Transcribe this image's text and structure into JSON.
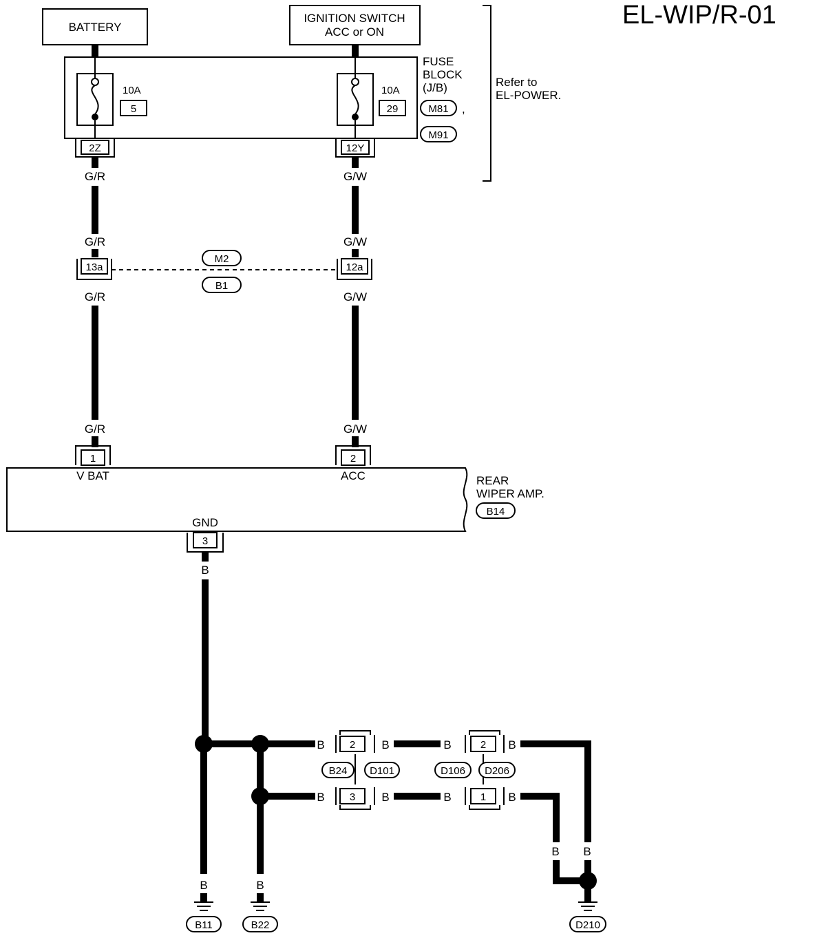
{
  "title": "EL-WIP/R-01",
  "battery": "BATTERY",
  "ignition": {
    "line1": "IGNITION SWITCH",
    "line2": "ACC or ON"
  },
  "fuse_block": {
    "line1": "FUSE",
    "line2": "BLOCK",
    "line3": "(J/B)",
    "conn1": "M81",
    "comma": ",",
    "conn2": "M91",
    "fuse1": {
      "rating": "10A",
      "number": "5",
      "terminal": "2Z"
    },
    "fuse2": {
      "rating": "10A",
      "number": "29",
      "terminal": "12Y"
    }
  },
  "refer": {
    "line1": "Refer to",
    "line2": "EL-POWER."
  },
  "wires": {
    "gr": "G/R",
    "gw": "G/W",
    "b": "B"
  },
  "joint": {
    "left": "13a",
    "right": "12a",
    "conn_top": "M2",
    "conn_bottom": "B1"
  },
  "amp": {
    "line1": "REAR",
    "line2": "WIPER AMP.",
    "conn": "B14",
    "pin1": "1",
    "pin1_label": "V BAT",
    "pin2": "2",
    "pin2_label": "ACC",
    "pin3": "3",
    "pin3_label": "GND"
  },
  "connectors": {
    "c1_top": "2",
    "c1_bottom": "3",
    "c1_left": "B24",
    "c1_right": "D101",
    "c2_top": "2",
    "c2_bottom": "1",
    "c2_left": "D106",
    "c2_right": "D206"
  },
  "grounds": {
    "g1": "B11",
    "g2": "B22",
    "g3": "D210"
  }
}
